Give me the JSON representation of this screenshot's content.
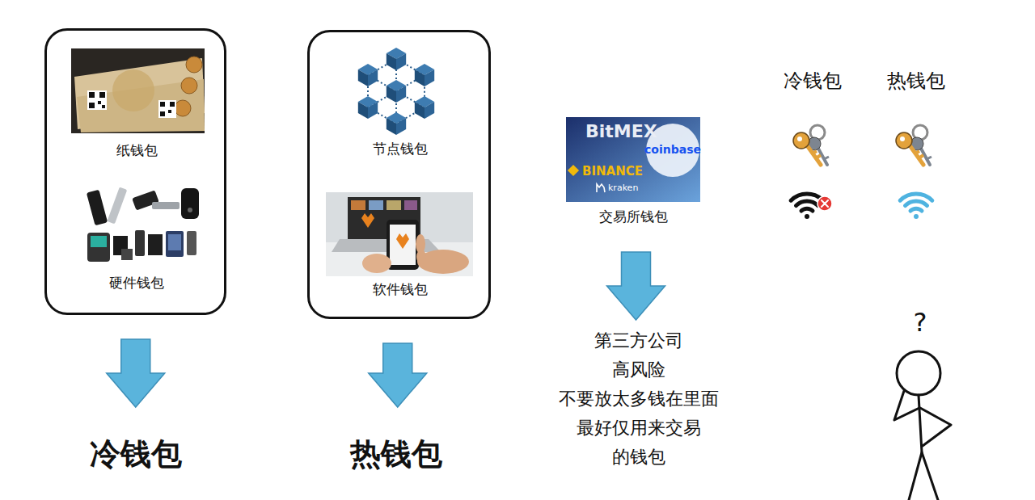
{
  "diagram": {
    "nodes": [
      {
        "text": []
      },
      {
        "text": [
          "纸钱包"
        ],
        "in": 0
      },
      {
        "text": [
          "硬件钱包"
        ],
        "in": 0
      },
      {
        "text": []
      },
      {
        "text": [
          "节点钱包"
        ],
        "in": 3
      },
      {
        "text": [
          "软件钱包"
        ],
        "in": 3
      },
      {
        "text": [
          "交易所钱包"
        ]
      },
      {
        "text": [
          "冷钱包"
        ]
      },
      {
        "text": [
          "热钱包"
        ]
      },
      {
        "text": [
          "第三方公司 高风险 不要放太多钱在里面 最好仅用来交易 的钱包"
        ]
      }
    ],
    "edges": [
      {
        "from": 0,
        "to": 7,
        "arrow": "to"
      },
      {
        "from": 3,
        "to": 8,
        "arrow": "to"
      },
      {
        "from": 6,
        "to": 9,
        "arrow": "to"
      }
    ],
    "labels": [
      "冷钱包",
      "热钱包",
      "BitMEX",
      "BINANCE",
      "coinbase",
      "kraken",
      "?"
    ]
  }
}
